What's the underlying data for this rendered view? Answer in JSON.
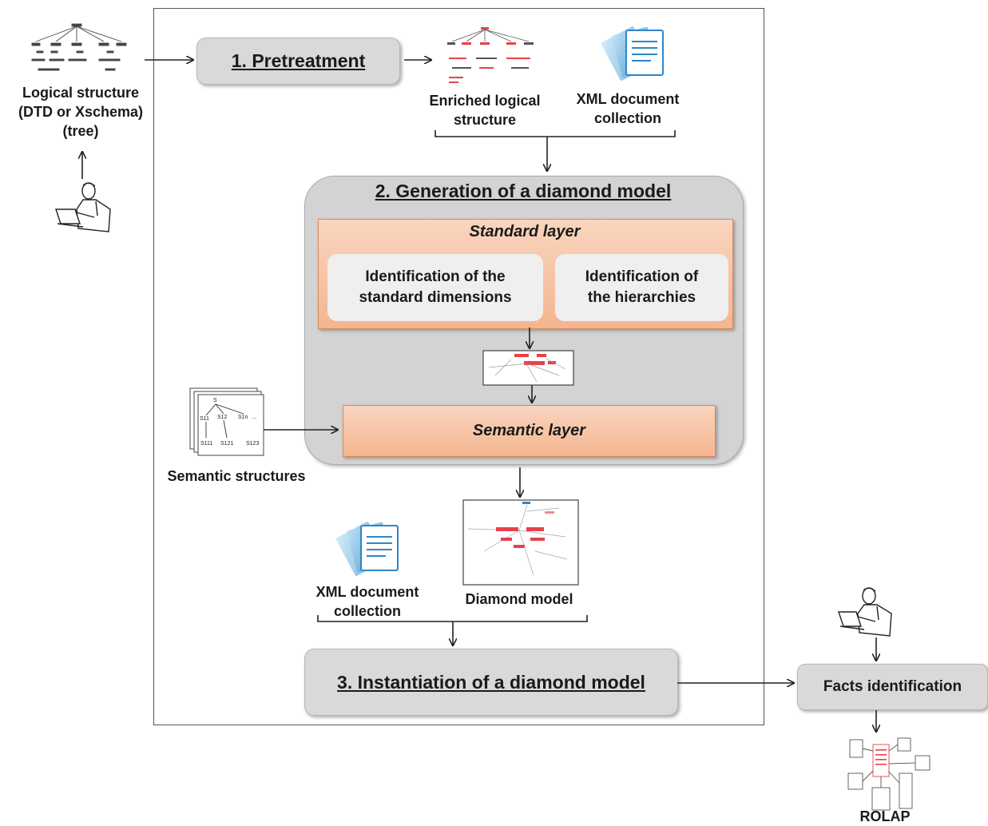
{
  "pretreatment": {
    "title": "1. Pretreatment"
  },
  "logical_structure": {
    "line1": "Logical structure",
    "line2": "(DTD or Xschema)",
    "line3": "(tree)"
  },
  "enriched": {
    "line1": "Enriched logical",
    "line2": "structure"
  },
  "xml_top": {
    "line1": "XML document",
    "line2": "collection"
  },
  "generation": {
    "title": "2. Generation of a diamond model",
    "standard_layer": "Standard layer",
    "dim_line1": "Identification  of the",
    "dim_line2": "standard dimensions",
    "hier_line1": "Identification  of",
    "hier_line2": "the hierarchies",
    "semantic_layer": "Semantic layer"
  },
  "semantic_structures": {
    "label": "Semantic structures",
    "tree_labels": [
      "S",
      "S11",
      "S12",
      "S1n",
      "...",
      "S111",
      "S121",
      "S123"
    ]
  },
  "xml_bottom": {
    "line1": "XML document",
    "line2": "collection"
  },
  "diamond": {
    "label": "Diamond model"
  },
  "instantiation": {
    "title": "3. Instantiation of a diamond model"
  },
  "facts": {
    "label": "Facts identification"
  },
  "rolap": {
    "label": "ROLAP"
  },
  "colors": {
    "accent_orange": "#f4b58f",
    "box_gray": "#d9d9d9",
    "red_mark": "#e8414a"
  }
}
